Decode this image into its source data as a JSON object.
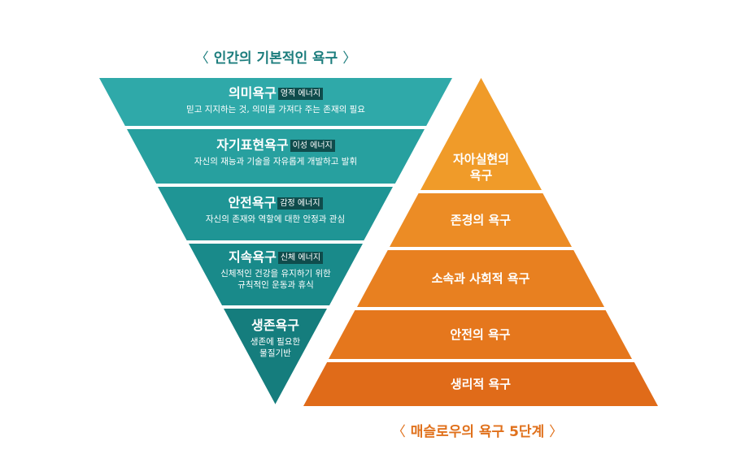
{
  "left_caption": {
    "open": "〈",
    "text": "인간의 기본적인 욕구",
    "close": "〉"
  },
  "right_caption": {
    "open": "〈",
    "text": "매슬로우의 욕구 5단계",
    "close": "〉"
  },
  "colors": {
    "teal_caption": "#1c7d7d",
    "orange_caption": "#e0711c",
    "tag_bg": "#0f4c4c",
    "inverted_bands": [
      "#2fa9a9",
      "#27a09f",
      "#1f9595",
      "#198a8a",
      "#157d7d"
    ],
    "pyramid_bands": [
      "#f09b29",
      "#ec8c25",
      "#e88020",
      "#e5771d",
      "#e06b19"
    ]
  },
  "inverted_pyramid": [
    {
      "title": "의미욕구",
      "tag": "영적 에너지",
      "desc": [
        "믿고 지지하는 것, 의미를 가져다 주는 존재의 필요"
      ]
    },
    {
      "title": "자기표현욕구",
      "tag": "이성 에너지",
      "desc": [
        "자신의 재능과 기술을 자유롭게 개발하고 발휘"
      ]
    },
    {
      "title": "안전욕구",
      "tag": "감정 에너지",
      "desc": [
        "자신의 존재와 역할에 대한 안정과 관심"
      ]
    },
    {
      "title": "지속욕구",
      "tag": "신체 에너지",
      "desc": [
        "신체적인 건강을 유지하기 위한",
        "규칙적인 운동과 휴식"
      ]
    },
    {
      "title": "생존욕구",
      "tag": "",
      "desc": [
        "생존에 필요한",
        "물질기반"
      ]
    }
  ],
  "pyramid": [
    {
      "label": [
        "자아실현의",
        "욕구"
      ]
    },
    {
      "label": [
        "존경의 욕구"
      ]
    },
    {
      "label": [
        "소속과 사회적 욕구"
      ]
    },
    {
      "label": [
        "안전의 욕구"
      ]
    },
    {
      "label": [
        "생리적 욕구"
      ]
    }
  ]
}
